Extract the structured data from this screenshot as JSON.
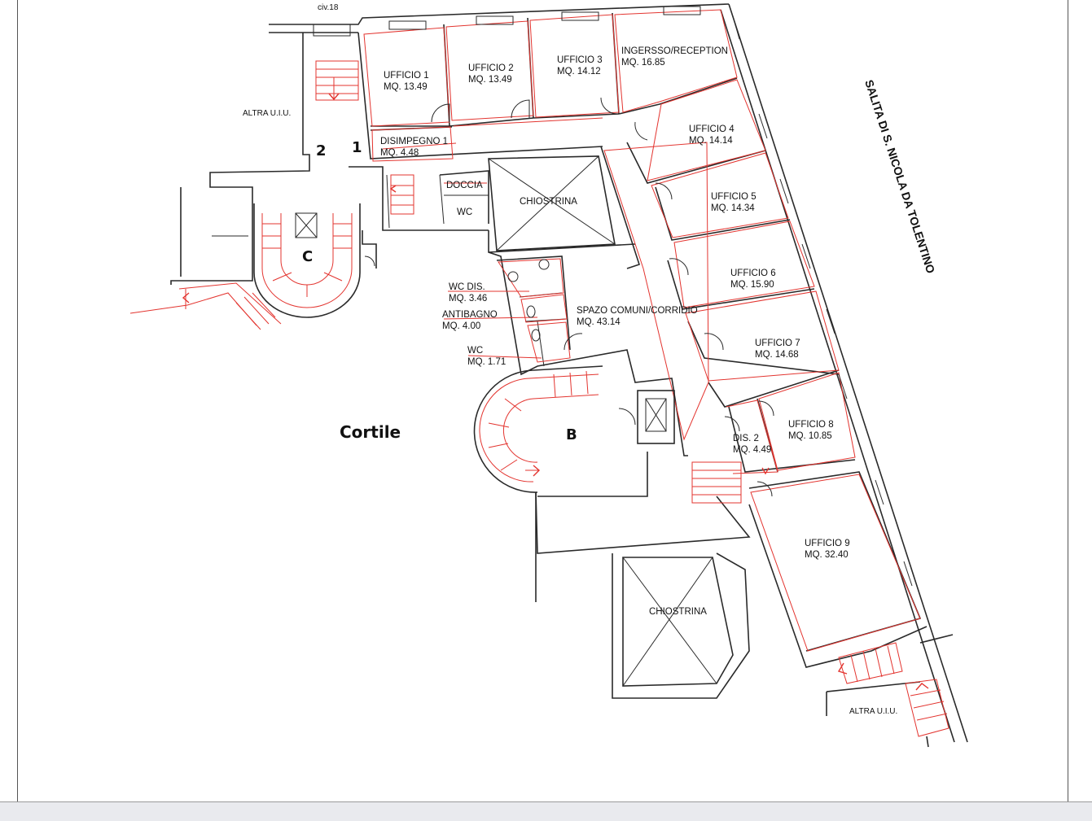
{
  "rooms": {
    "ufficio1": {
      "name": "UFFICIO 1",
      "area": "MQ. 13.49"
    },
    "ufficio2": {
      "name": "UFFICIO 2",
      "area": "MQ. 13.49"
    },
    "ufficio3": {
      "name": "UFFICIO 3",
      "area": "MQ. 14.12"
    },
    "reception": {
      "name": "INGERSSO/RECEPTION",
      "area": "MQ. 16.85"
    },
    "ufficio4": {
      "name": "UFFICIO 4",
      "area": "MQ. 14.14"
    },
    "ufficio5": {
      "name": "UFFICIO 5",
      "area": "MQ. 14.34"
    },
    "ufficio6": {
      "name": "UFFICIO 6",
      "area": "MQ. 15.90"
    },
    "ufficio7": {
      "name": "UFFICIO 7",
      "area": "MQ. 14.68"
    },
    "ufficio8": {
      "name": "UFFICIO 8",
      "area": "MQ. 10.85"
    },
    "ufficio9": {
      "name": "UFFICIO 9",
      "area": "MQ. 32.40"
    },
    "disimpegno1": {
      "name": "DISIMPEGNO 1",
      "area": "MQ. 4.48"
    },
    "dis2": {
      "name": "DIS. 2",
      "area": "MQ. 4.49"
    },
    "spazio": {
      "name": "SPAZO COMUNI/CORRIDIO",
      "area": "MQ. 43.14"
    },
    "wcdis": {
      "name": "WC DIS.",
      "area": "MQ. 3.46"
    },
    "antibagno": {
      "name": "ANTIBAGNO",
      "area": "MQ. 4.00"
    },
    "wc_small": {
      "name": "WC",
      "area": "MQ. 1.71"
    }
  },
  "labels": {
    "civ": "civ.18",
    "altra_top": "ALTRA U.I.U.",
    "altra_bottom": "ALTRA U.I.U.",
    "doccia": "DOCCIA",
    "wc": "WC",
    "chiostrina_top": "CHIOSTRINA",
    "chiostrina_bottom": "CHIOSTRINA",
    "cortile": "Cortile",
    "stair_b": "B",
    "stair_c": "C",
    "num1": "1",
    "num2": "2",
    "street": "SALITA DI S. NICOLA DA TOLENTINO"
  },
  "colors": {
    "walls": "#2a2a2a",
    "annotations": "#e3342f",
    "background": "#ffffff",
    "bottom_bar": "#e9eaee"
  }
}
